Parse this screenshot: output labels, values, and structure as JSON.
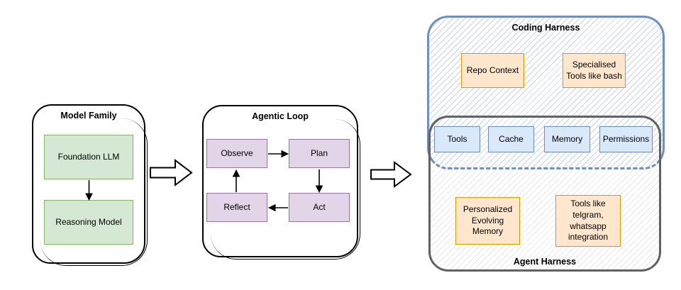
{
  "diagram": {
    "model_family": {
      "title": "Model Family",
      "foundation": "Foundation LLM",
      "reasoning": "Reasoning Model"
    },
    "agentic_loop": {
      "title": "Agentic Loop",
      "observe": "Observe",
      "plan": "Plan",
      "reflect": "Reflect",
      "act": "Act"
    },
    "coding_harness": {
      "title": "Coding Harness",
      "repo_context": "Repo Context",
      "specialised_tools": "Specialised Tools like bash"
    },
    "shared_components": {
      "tools": "Tools",
      "cache": "Cache",
      "memory": "Memory",
      "permissions": "Permissions"
    },
    "agent_harness": {
      "title": "Agent Harness",
      "personalized_memory": "Personalized Evolving Memory",
      "integration_tools": "Tools like telgram, whatsapp integration"
    }
  },
  "colors": {
    "green_fill": "#d5e8d4",
    "green_border": "#82b366",
    "purple_fill": "#e1d5e7",
    "purple_border": "#9673a6",
    "orange_fill": "#ffe6cc",
    "orange_border": "#d79b00",
    "blue_fill": "#dae8fc",
    "blue_border": "#6c8ebf",
    "coding_harness_border": "#6e8fc0",
    "agent_harness_border": "#616161",
    "outline": "#000000"
  },
  "icons": {
    "flow_arrow": "hollow-right-arrow"
  }
}
